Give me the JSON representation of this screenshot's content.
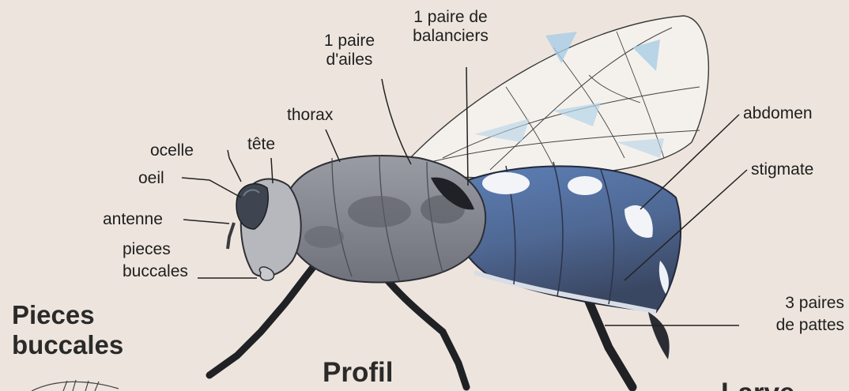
{
  "labels": {
    "wings_line1": "1 paire",
    "wings_line2": "d'ailes",
    "halteres_line1": "1 paire de",
    "halteres_line2": "balanciers",
    "thorax": "thorax",
    "head": "tête",
    "ocellus": "ocelle",
    "eye": "oeil",
    "antenna": "antenne",
    "mouthparts_line1": "pieces",
    "mouthparts_line2": "buccales",
    "abdomen": "abdomen",
    "spiracle": "stigmate",
    "legs_line1": "3 paires",
    "legs_line2": "de pattes"
  },
  "headings": {
    "mouthparts_line1": "Pieces",
    "mouthparts_line2": "buccales",
    "profile": "Profil",
    "larva_partial": "Larve"
  },
  "colors": {
    "background": "#ede5dd",
    "label_text": "#1e1e1e",
    "body_grey": "#8d8f96",
    "abdomen_blue": "#5a78a8",
    "wing_tint": "#bcd8ea"
  }
}
